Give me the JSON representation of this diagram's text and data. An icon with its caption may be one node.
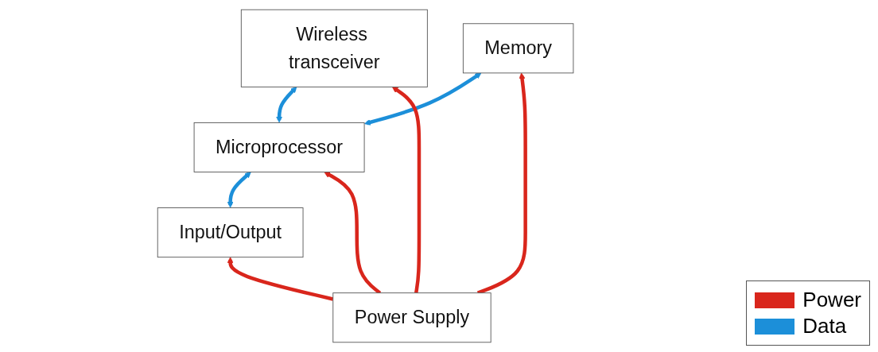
{
  "diagram": {
    "nodes": [
      {
        "text": [
          "Input/Output"
        ]
      },
      {
        "text": [
          "Microprocessor"
        ]
      },
      {
        "text": [
          "Wireless transceiver"
        ]
      },
      {
        "text": [
          "Memory"
        ]
      },
      {
        "text": [
          "Power Supply"
        ]
      }
    ],
    "edges": [
      {
        "from": 0,
        "to": 1,
        "arrow": "both",
        "color": "#1c8fd9"
      },
      {
        "from": 1,
        "to": 2,
        "arrow": "both",
        "color": "#1c8fd9"
      },
      {
        "from": 1,
        "to": 3,
        "arrow": "both",
        "color": "#1c8fd9"
      },
      {
        "from": 4,
        "to": 0,
        "arrow": "to",
        "color": "#d9261c"
      },
      {
        "from": 4,
        "to": 1,
        "arrow": "to",
        "color": "#d9261c"
      },
      {
        "from": 4,
        "to": 3,
        "arrow": "to",
        "color": "#d9261c"
      },
      {
        "from": 4,
        "to": 2,
        "arrow": "to",
        "color": "#d9261c"
      }
    ],
    "legend": [
      {
        "text": "Power",
        "color": "#d9261c"
      },
      {
        "text": "Data",
        "color": "#1c8fd9"
      }
    ]
  }
}
